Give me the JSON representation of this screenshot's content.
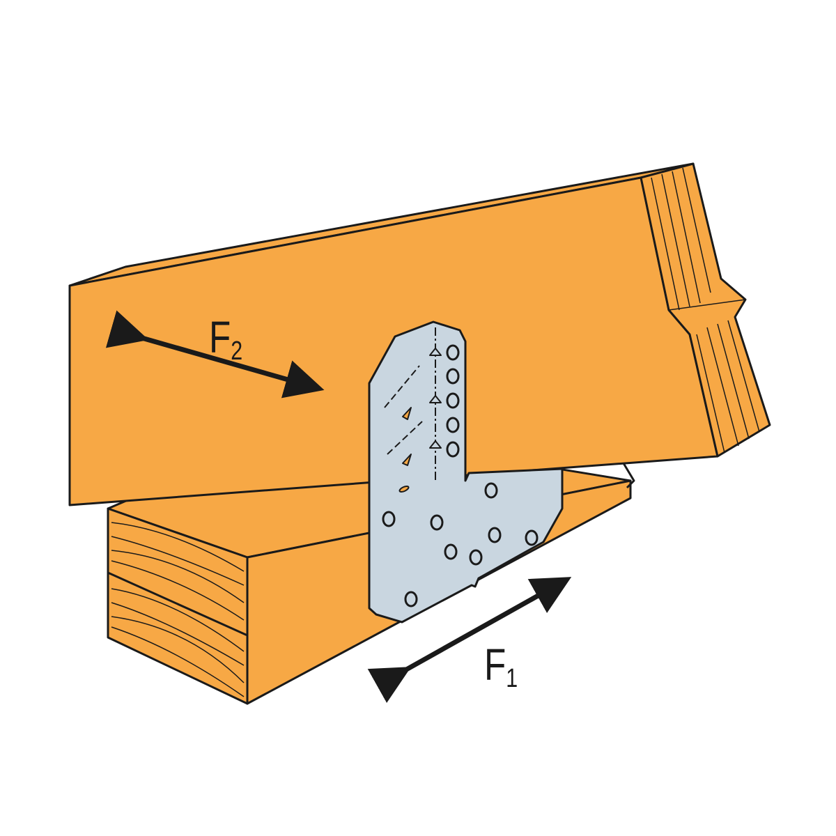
{
  "labels": {
    "force_2": {
      "letter": "F",
      "subscript": "2"
    },
    "force_1": {
      "letter": "F",
      "subscript": "1"
    }
  },
  "colors": {
    "wood": "#F7A845",
    "outline": "#1a1a1a",
    "plate": "#C9D6E0",
    "background": "#ffffff"
  }
}
